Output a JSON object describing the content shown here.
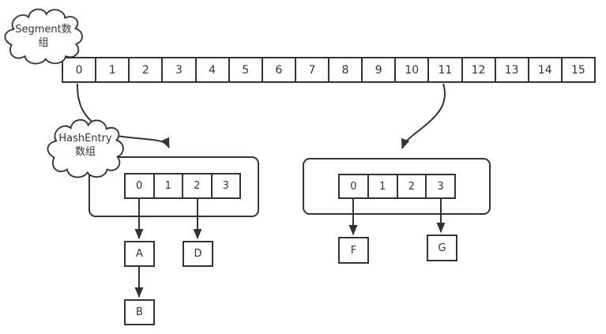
{
  "diagram": {
    "clouds": {
      "segment": {
        "line1": "Segment数",
        "line2": "组"
      },
      "hashentry": {
        "line1": "HashEntry",
        "line2": "数组"
      }
    },
    "segment_array": {
      "cells": [
        "0",
        "1",
        "2",
        "3",
        "4",
        "5",
        "6",
        "7",
        "8",
        "9",
        "10",
        "11",
        "12",
        "13",
        "14",
        "15"
      ]
    },
    "left_bucket": {
      "cells": [
        "0",
        "1",
        "2",
        "3"
      ]
    },
    "right_bucket": {
      "cells": [
        "0",
        "1",
        "2",
        "3"
      ]
    },
    "nodes": {
      "a": "A",
      "b": "B",
      "d": "D",
      "f": "F",
      "g": "G"
    },
    "colors": {
      "line": "#333333",
      "background": "#ffffff"
    }
  }
}
